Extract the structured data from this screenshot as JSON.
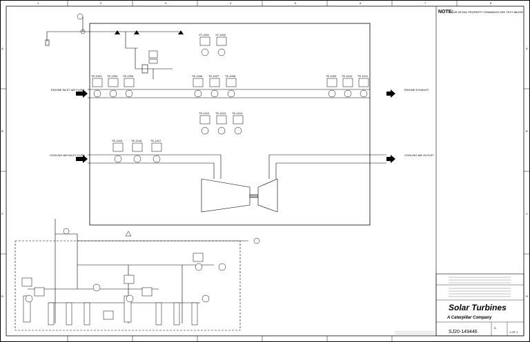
{
  "border": {
    "columns": [
      "1",
      "2",
      "3",
      "4",
      "5",
      "6",
      "7",
      "8"
    ],
    "rows": [
      "A",
      "B",
      "C",
      "D"
    ]
  },
  "notes": {
    "heading": "NOTE:",
    "line1": "FOR DETAIL PROPERTY DRAWINGS SEE TEXT ABOVE"
  },
  "title_block": {
    "logo": "Solar Turbines",
    "subtitle": "A Caterpillar Company",
    "drawing_number": "SJ20-149446",
    "sheet": "1 OF 1",
    "size": "D"
  },
  "flows": {
    "inlet_1": "ENGINE INLET AIR FLOW",
    "inlet_2": "COOLING AIR INLET FLOW",
    "outlet_1": "ENGINE EXHAUST",
    "outlet_2": "COOLING AIR OUTLET"
  },
  "instruments": {
    "row1_top": [
      "XT-1001",
      "XT-1002"
    ],
    "row1_left": [
      "TE-1003",
      "TE-1004",
      "TE-1005"
    ],
    "row1_mid": [
      "TE-1006",
      "TE-1007",
      "TE-1008"
    ],
    "row1_right": [
      "TE-1009",
      "TE-1010",
      "TE-1011"
    ],
    "row2_mid": [
      "TE-1012",
      "TE-1013",
      "TE-1014"
    ],
    "row3_left": [
      "TE-1015",
      "TE-1016",
      "TE-1017"
    ]
  }
}
